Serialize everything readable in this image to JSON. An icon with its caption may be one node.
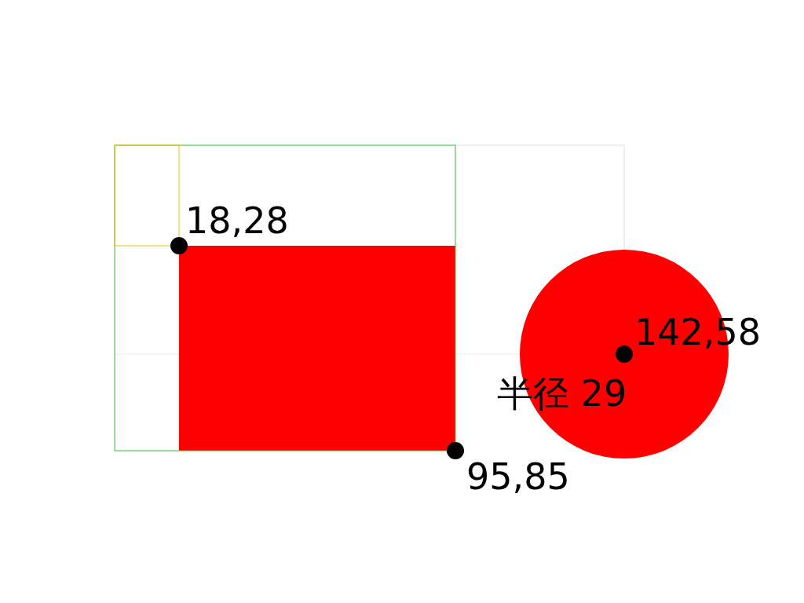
{
  "diagram": {
    "labels": [
      "18,28",
      "142,58",
      "半径 29",
      "95,85"
    ]
  }
}
